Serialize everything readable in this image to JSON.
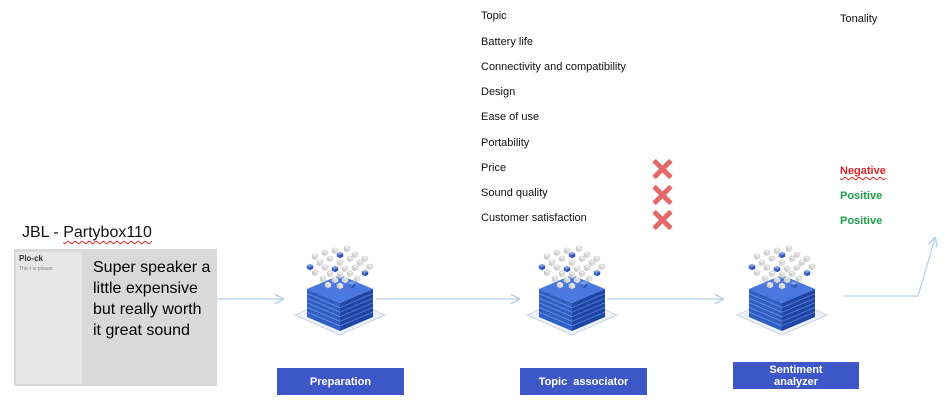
{
  "topics": {
    "header": "Topic",
    "items": [
      "Battery life",
      "Connectivity and compatibility",
      "Design",
      "Ease of use",
      "Portability",
      "Price",
      "Sound quality",
      "Customer satisfaction"
    ]
  },
  "tonality": {
    "header": "Tonality",
    "items": [
      {
        "topic": "Price",
        "label": "Negative",
        "color": "#d9262c"
      },
      {
        "topic": "Sound quality",
        "label": "Positive",
        "color": "#1f9e4a"
      },
      {
        "topic": "Customer satisfaction",
        "label": "Positive",
        "color": "#1f9e4a"
      }
    ]
  },
  "icons": {
    "associated_marker": "x-mark-icon",
    "stage_icon": "server-cube-icon"
  },
  "product": {
    "title": "JBL - Partybox110",
    "doc_title": "Plo-ck",
    "doc_subtitle": "Thic-i ie pisaas.",
    "review": "Super speaker a little expensive but really worth it great sound"
  },
  "stages": [
    {
      "name": "Preparation"
    },
    {
      "name": "Topic  associator"
    },
    {
      "name": "Sentiment analyzer"
    }
  ],
  "colors": {
    "stage_label_bg": "#3d56c8",
    "arrow": "#b8cfe4",
    "x_mark": "#e46a6a"
  }
}
